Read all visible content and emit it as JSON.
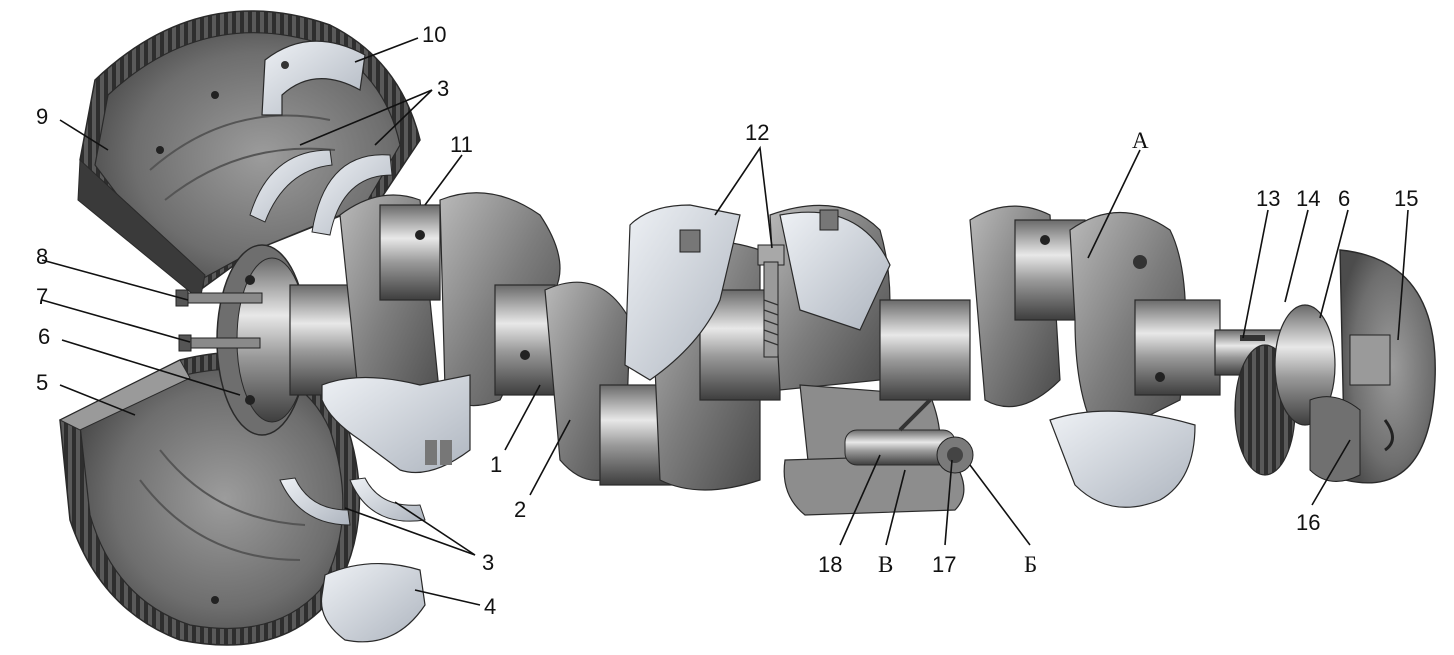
{
  "labels": {
    "c1": "1",
    "c2": "2",
    "c3a": "3",
    "c3b": "3",
    "c4": "4",
    "c5": "5",
    "c6a": "6",
    "c6b": "6",
    "c7": "7",
    "c8": "8",
    "c9": "9",
    "c10": "10",
    "c11": "11",
    "c12": "12",
    "c13": "13",
    "c14": "14",
    "c15": "15",
    "c16": "16",
    "c17": "17",
    "c18": "18",
    "cA": "А",
    "cB": "Б",
    "cV": "В"
  },
  "colors": {
    "metal_dark": "#5c5c5c",
    "metal_mid": "#8e8e8e",
    "metal_light": "#c9c9c9",
    "bearing_shell": "#d6dbe2",
    "outline": "#2a2a2a"
  }
}
